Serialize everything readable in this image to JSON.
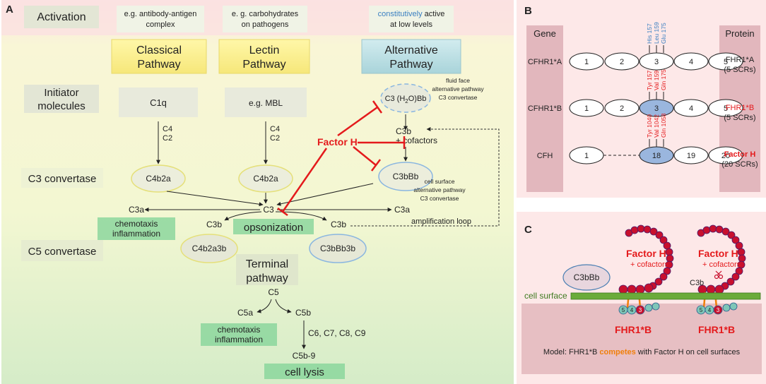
{
  "panelA": {
    "label": "A",
    "activation": "Activation",
    "trigger_classical": [
      "e.g. antibody-antigen",
      "complex"
    ],
    "trigger_lectin": [
      "e. g. carbohydrates",
      "on pathogens"
    ],
    "trigger_alt_word": "constitutively",
    "trigger_alt_rest": " active",
    "trigger_alt_line2": "at low levels",
    "classical": [
      "Classical",
      "Pathway"
    ],
    "lectin": [
      "Lectin",
      "Pathway"
    ],
    "alternative": [
      "Alternative",
      "Pathway"
    ],
    "initiator": [
      "Initiator",
      "molecules"
    ],
    "c1q": "C1q",
    "mbl": "e.g. MBL",
    "c3h2o_a": "C3 (H",
    "c3h2o_sub": "2",
    "c3h2o_b": "O)Bb",
    "fluid_phase": [
      "fluid face",
      "alternative pathway",
      "C3 convertase"
    ],
    "c4": "C4",
    "c2": "C2",
    "factor_h": "Factor H",
    "c3b_cof": [
      "C3b",
      "+ cofactors"
    ],
    "c3_convertase": "C3 convertase",
    "c4b2a": "C4b2a",
    "c3bbb": "C3bBb",
    "cell_surface_conv": [
      "cell surface",
      "alternative pathway",
      "C3 convertase"
    ],
    "c3": "C3",
    "c3a": "C3a",
    "c3b": "C3b",
    "chemotaxis": [
      "chemotaxis",
      "inflammation"
    ],
    "opsonization": "opsonization",
    "amplification": "amplification loop",
    "c5_convertase": "C5 convertase",
    "c4b2a3b": "C4b2a3b",
    "c3bbb3b": "C3bBb3b",
    "terminal": [
      "Terminal",
      "pathway"
    ],
    "c5": "C5",
    "c5a": "C5a",
    "c5b": "C5b",
    "c6_9": "C6, C7, C8, C9",
    "c5b9": "C5b-9",
    "cell_lysis": "cell lysis"
  },
  "panelB": {
    "label": "B",
    "gene_header": "Gene",
    "protein_header": "Protein",
    "rows": [
      {
        "gene": "CFHR1*A",
        "domains": [
          "1",
          "2",
          "3",
          "4",
          "5"
        ],
        "protein": "FHR1*A",
        "count": "(5 SCRs)",
        "residues": [
          "His 157",
          "Leu 159",
          "Glu 175"
        ]
      },
      {
        "gene": "CFHR1*B",
        "domains": [
          "1",
          "2",
          "3",
          "4",
          "5"
        ],
        "protein": "FHR1*B",
        "count": "(5 SCRs)",
        "residues": [
          "Tyr 157",
          "Val 159",
          "Gln 175"
        ]
      },
      {
        "gene": "CFH",
        "domains": [
          "1",
          "18",
          "19",
          "20"
        ],
        "protein": "Factor H",
        "count": "(20 SCRs)",
        "residues": [
          "Tyr 1040",
          "Val 1042",
          "Gln 1058"
        ]
      }
    ]
  },
  "panelC": {
    "label": "C",
    "factor_h": "Factor H",
    "cofactors": "+ cofactors",
    "c3bbb": "C3bBb",
    "c3b": "C3b",
    "cell_surface": "cell surface",
    "fhr1b": "FHR1*B",
    "chip_labels": [
      "5",
      "4",
      "3"
    ],
    "model_pre": "Model: FHR1*B ",
    "model_word": "competes",
    "model_post": " with Factor H on cell surfaces"
  },
  "colors": {
    "red": "#e41a1c",
    "blue": "#3a7fc1",
    "orange": "#f07f0a",
    "green_bar": "#6aab3a",
    "chain": "#c8102e"
  }
}
